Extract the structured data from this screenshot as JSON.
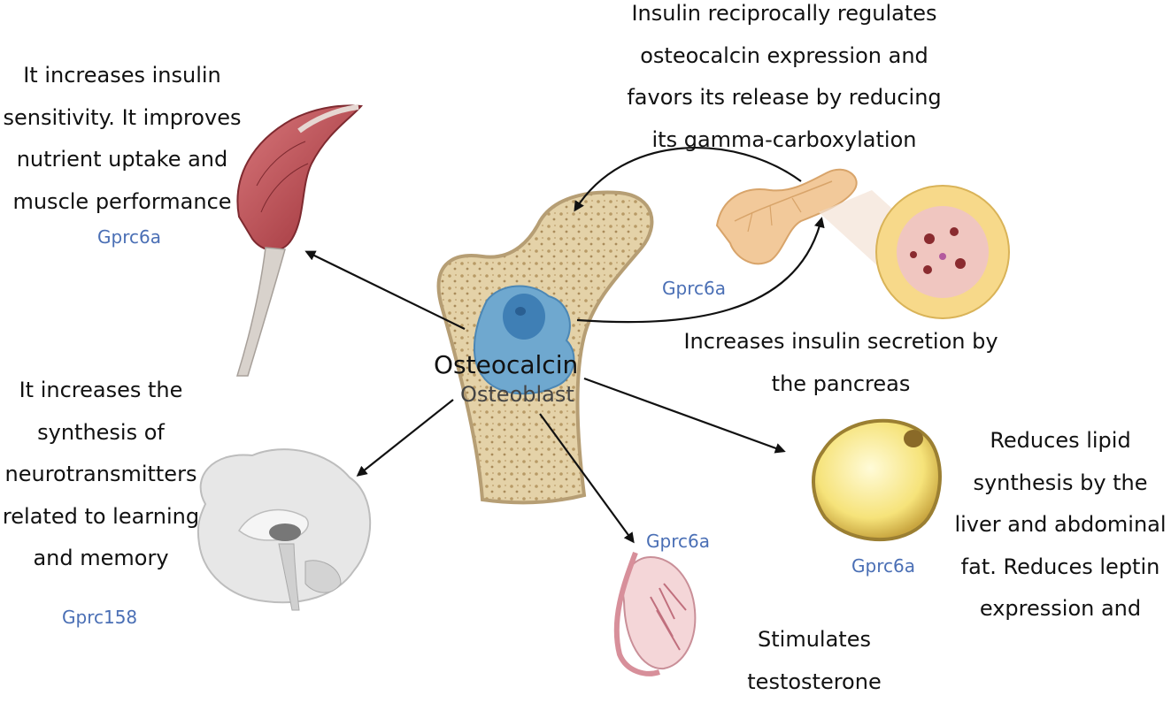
{
  "center": {
    "title": "Osteocalcin",
    "subtitle": "Osteoblast"
  },
  "muscle": {
    "lines": [
      "It increases insulin",
      "sensitivity. It improves",
      "nutrient uptake and",
      "muscle performance"
    ],
    "receptor": "Gprc6a"
  },
  "pancreas": {
    "feedback_lines": [
      "Insulin reciprocally regulates",
      "osteocalcin expression and",
      "favors its release by reducing",
      "its gamma-carboxylation"
    ],
    "effect_lines": [
      "Increases insulin secretion by",
      "the pancreas"
    ],
    "receptor": "Gprc6a"
  },
  "brain": {
    "lines": [
      "It increases the",
      "synthesis of",
      "neurotransmitters",
      "related to learning",
      "and memory"
    ],
    "receptor": "Gprc158"
  },
  "fat": {
    "lines": [
      "Reduces lipid",
      "synthesis by the",
      "liver and abdominal",
      "fat. Reduces leptin",
      "expression and"
    ],
    "receptor": "Gprc6a"
  },
  "testis": {
    "lines": [
      "Stimulates",
      "testosterone"
    ],
    "receptor": "Gprc6a"
  },
  "colors": {
    "receptor_text": "#4a6fb5",
    "bone": "#e8d9b8",
    "osteoblast": "#6fa8cf",
    "muscle": "#b5444a",
    "fat_cell": "#f6e79a"
  }
}
